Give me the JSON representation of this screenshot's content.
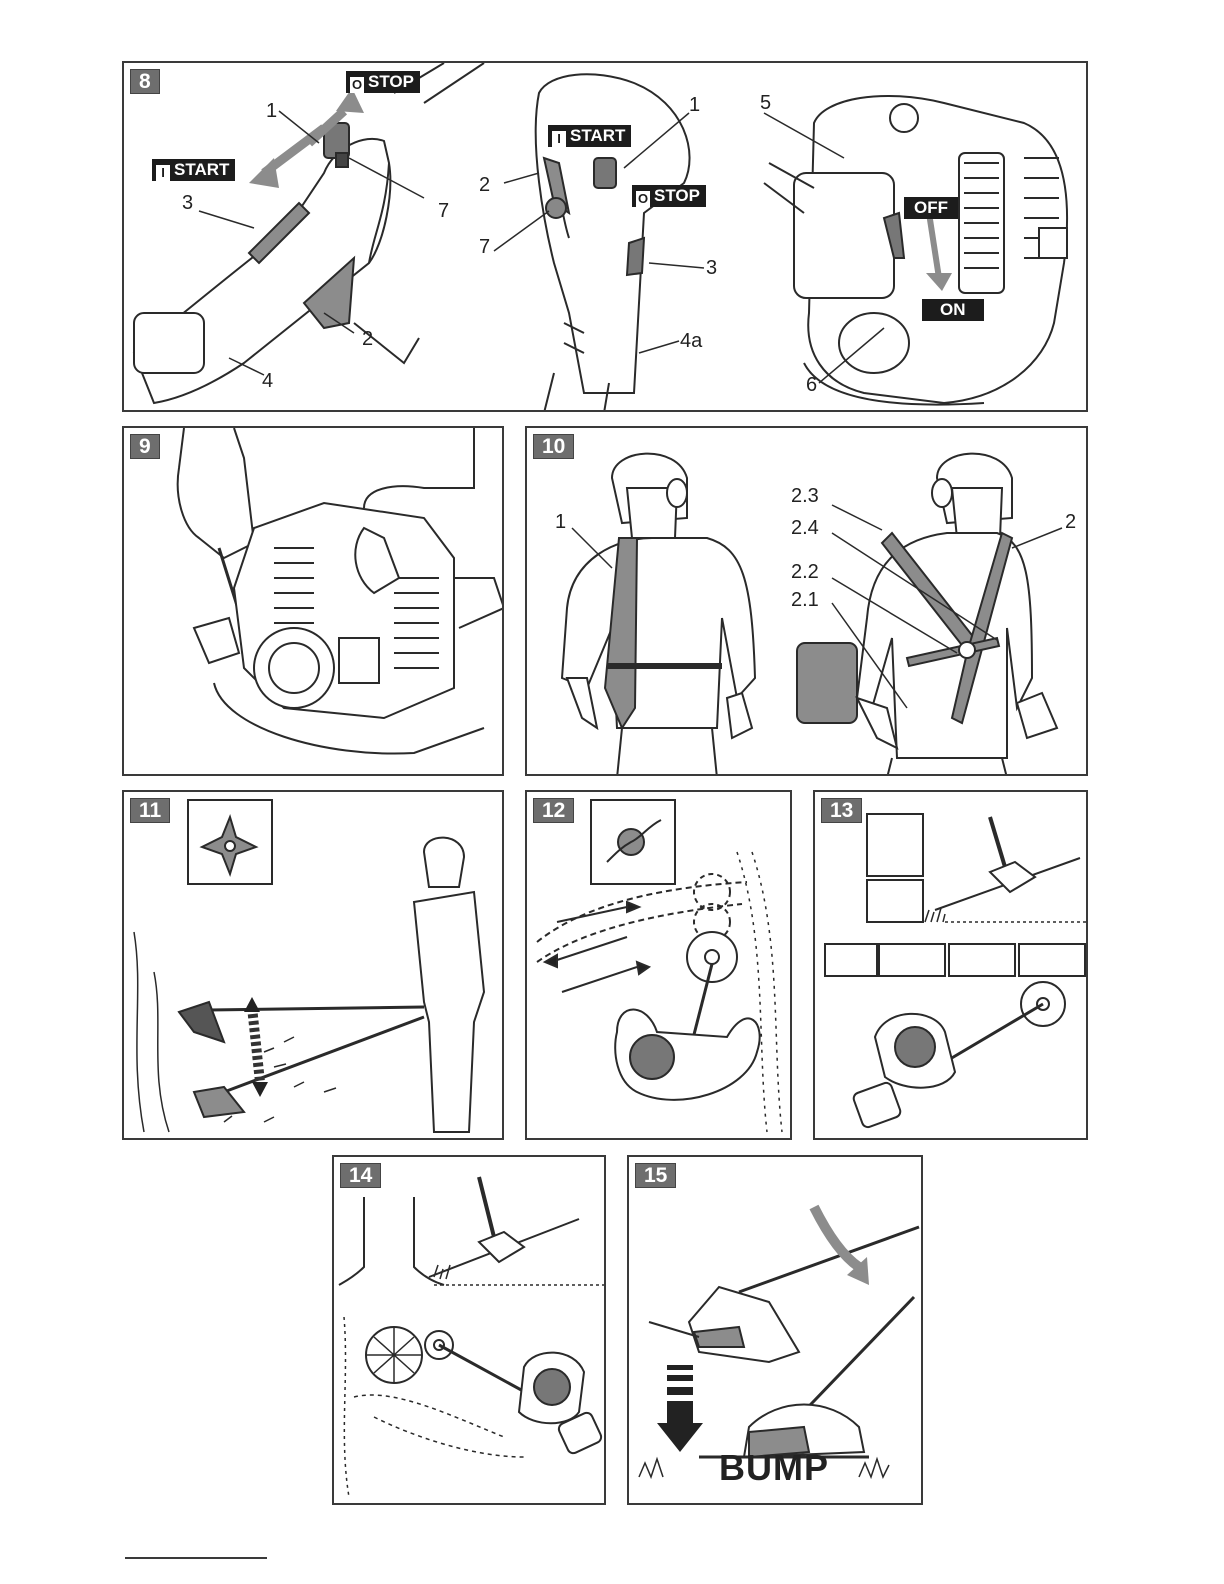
{
  "figures": {
    "f8": {
      "number": "8",
      "start": "START",
      "stop": "STOP",
      "start_sym": "I",
      "stop_sym": "O",
      "off": "OFF",
      "on": "ON",
      "callouts": [
        "1",
        "3",
        "7",
        "2",
        "4",
        "1",
        "2",
        "7",
        "3",
        "4a",
        "5",
        "6"
      ]
    },
    "f9": {
      "number": "9"
    },
    "f10": {
      "number": "10",
      "callouts": [
        "1",
        "2.3",
        "2.4",
        "2.2",
        "2.1",
        "2"
      ]
    },
    "f11": {
      "number": "11"
    },
    "f12": {
      "number": "12"
    },
    "f13": {
      "number": "13"
    },
    "f14": {
      "number": "14"
    },
    "f15": {
      "number": "15",
      "bump": "BUMP"
    }
  },
  "icons": [
    "start-switch-icon",
    "choke-lever-icon",
    "blade-icon",
    "trimmer-head-icon",
    "arrow-icon"
  ]
}
